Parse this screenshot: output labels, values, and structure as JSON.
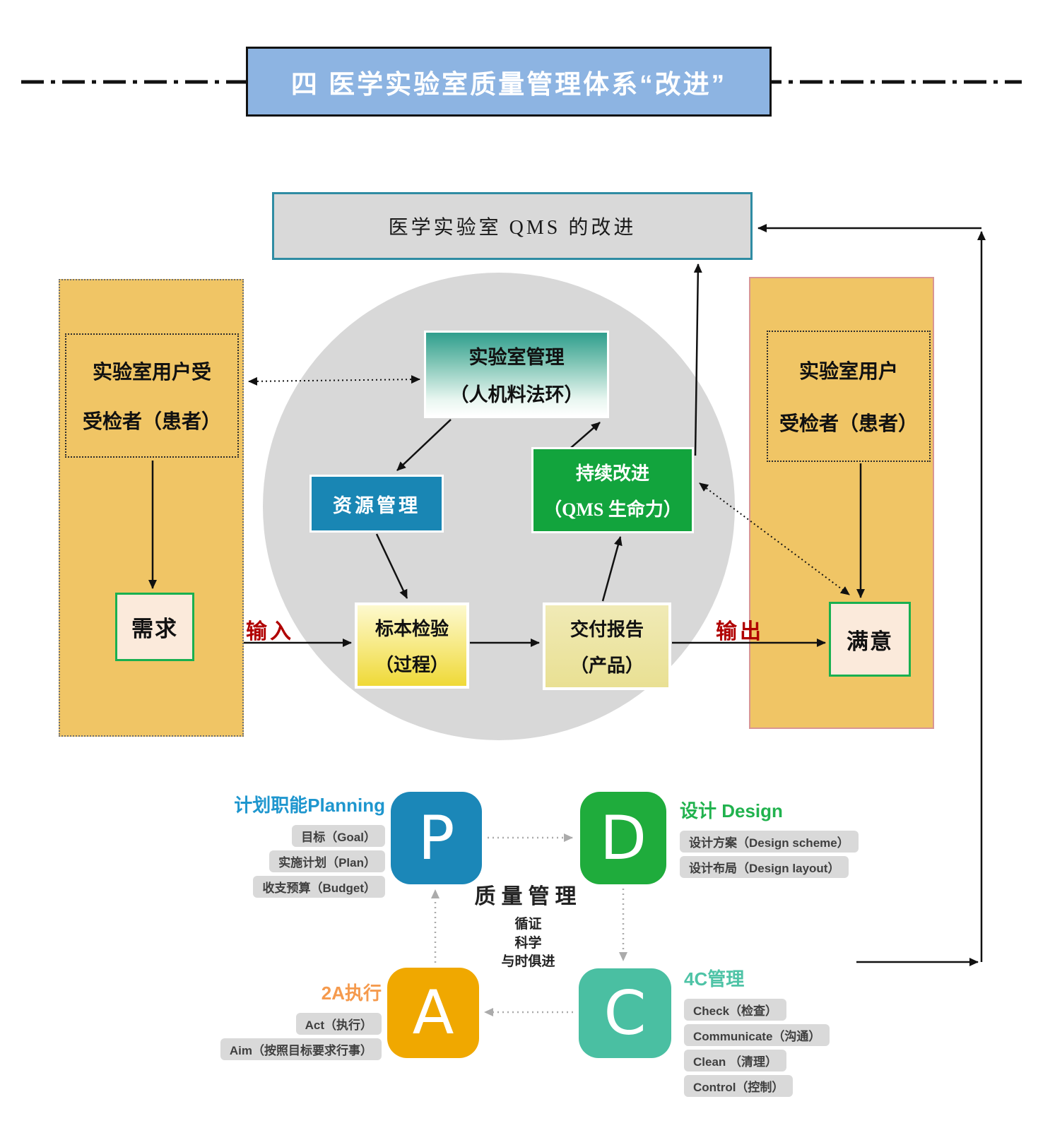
{
  "banner": {
    "title": "四 医学实验室质量管理体系“改进”"
  },
  "qms_box": {
    "label": "医学实验室 QMS 的改进"
  },
  "left_panel": {
    "line1": "实验室用户受",
    "line2": "受检者（患者）"
  },
  "right_panel": {
    "line1": "实验室用户",
    "line2": "受检者（患者）"
  },
  "cycle": {
    "lab_mgmt": {
      "line1": "实验室管理",
      "line2": "（人机料法环）"
    },
    "resource": {
      "label": "资源管理"
    },
    "improve": {
      "line1": "持续改进",
      "line2": "（QMS 生命力）"
    },
    "specimen": {
      "line1": "标本检验",
      "line2": "（过程）"
    },
    "report": {
      "line1": "交付报告",
      "line2": "（产品）"
    },
    "demand": {
      "label": "需求"
    },
    "satisfy": {
      "label": "满意"
    },
    "input_label": "输入",
    "output_label": "输出"
  },
  "pdca": {
    "p": {
      "letter": "P",
      "header": "计划职能Planning",
      "items": [
        "目标（Goal）",
        "实施计划（Plan）",
        "收支预算（Budget）"
      ]
    },
    "d": {
      "letter": "D",
      "header": "设计 Design",
      "items": [
        "设计方案（Design scheme）",
        "设计布局（Design layout）"
      ]
    },
    "a": {
      "letter": "A",
      "header": "2A执行",
      "items": [
        "Act（执行）",
        "Aim（按照目标要求行事）"
      ]
    },
    "c": {
      "letter": "C",
      "header": "4C管理",
      "items": [
        "Check（检查）",
        "Communicate（沟通）",
        "Clean （清理）",
        "Control（控制）"
      ]
    },
    "center": {
      "title": "质量管理",
      "lines": [
        "循证",
        "科学",
        "与时俱进"
      ]
    }
  },
  "colors": {
    "banner_blue": "#8DB4E2",
    "panel_orange": "#F0C565",
    "qms_gray": "#D9D9D9",
    "circle_gray": "#D8D8D8",
    "resource_blue": "#1986B4",
    "improve_green": "#12A43D",
    "node_border_green": "#19B050",
    "io_red": "#B00000",
    "p_blue": "#1B87B8",
    "d_green": "#1FAC3C",
    "a_amber": "#F0A800",
    "c_teal": "#4ABFA2"
  }
}
